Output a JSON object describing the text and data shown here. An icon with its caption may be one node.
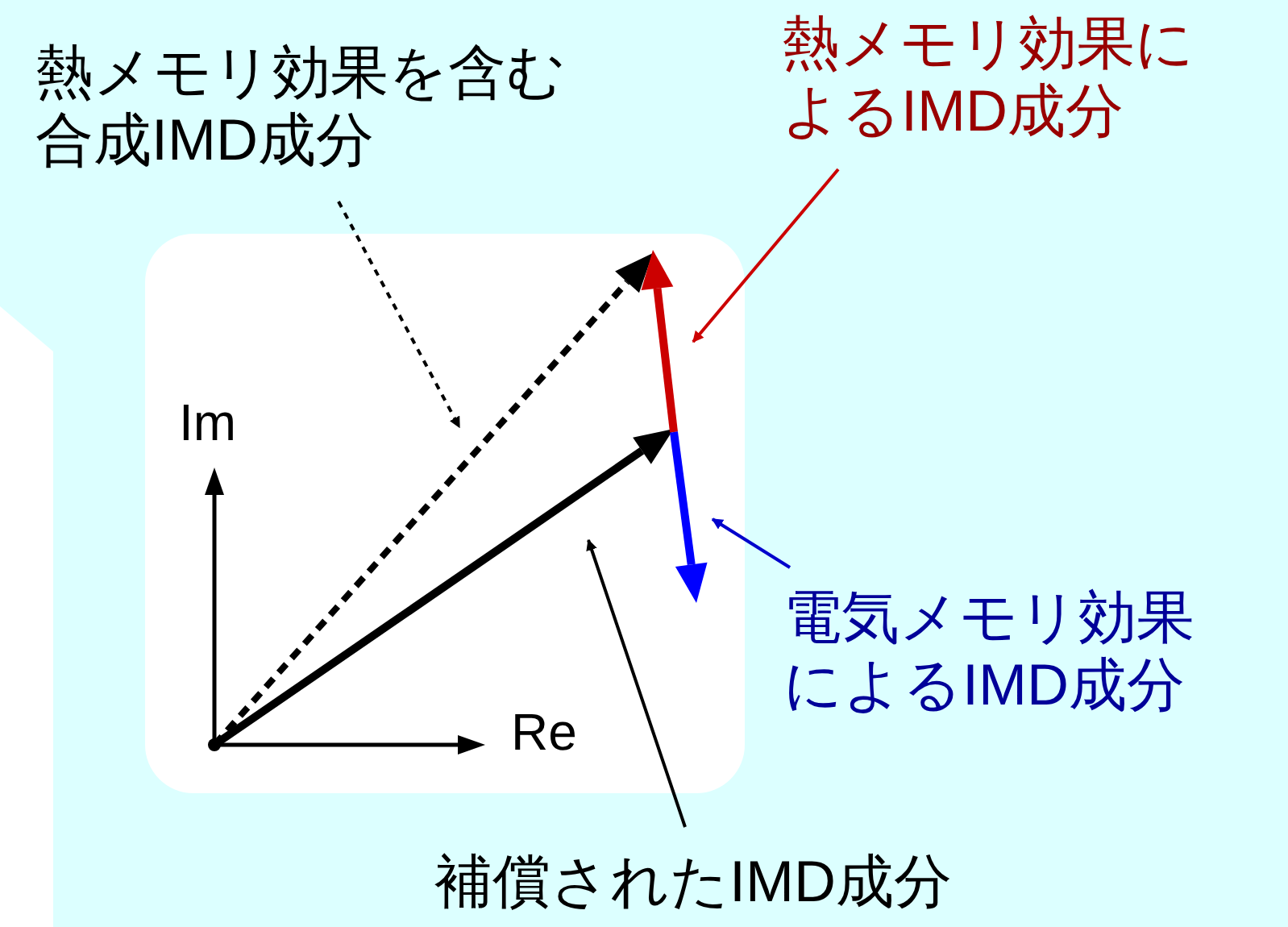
{
  "diagram": {
    "nodes": [
      {
        "text": [
          "熱メモリ効果を含む合成IMD成分"
        ]
      },
      {
        "text": [
          "熱メモリ効果によるIMD成分"
        ]
      },
      {
        "text": [
          "電気メモリ効果によるIMD成分"
        ]
      },
      {
        "text": [
          "補償されたIMD成分"
        ]
      }
    ],
    "edges": [
      {
        "from": 0,
        "to": null,
        "arrow": "to",
        "style": "dashed"
      },
      {
        "from": 1,
        "to": null,
        "arrow": "to",
        "color": "#cc0000"
      },
      {
        "from": 2,
        "to": null,
        "arrow": "to",
        "color": "#0000cc"
      },
      {
        "from": 3,
        "to": null,
        "arrow": "to"
      }
    ],
    "labels": [
      "Im",
      "Re"
    ]
  }
}
